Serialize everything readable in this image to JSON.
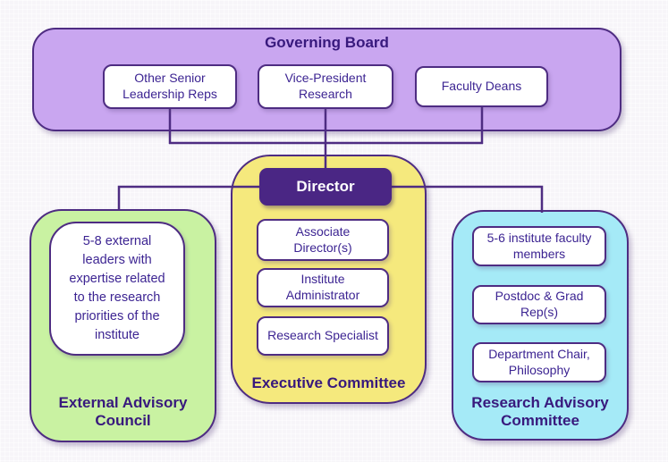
{
  "diagram": {
    "governing_board": {
      "title": "Governing Board",
      "members": [
        "Other Senior\nLeadership Reps",
        "Vice-President\nResearch",
        "Faculty Deans"
      ]
    },
    "director": {
      "label": "Director"
    },
    "executive_committee": {
      "title": "Executive Committee",
      "members": [
        "Associate\nDirector(s)",
        "Institute\nAdministrator",
        "Research Specialist"
      ]
    },
    "external_advisory_council": {
      "title": "External Advisory\nCouncil",
      "note": "5-8 external\nleaders with\nexpertise related\nto the research\npriorities of the\ninstitute"
    },
    "research_advisory_committee": {
      "title": "Research Advisory\nCommittee",
      "members": [
        "5-6 institute faculty\nmembers",
        "Postdoc & Grad\nRep(s)",
        "Department Chair,\nPhilosophy"
      ]
    },
    "colors": {
      "background": "#f7f5f9",
      "governing_board_fill": "#c9a6f0",
      "executive_fill": "#f5e97d",
      "external_fill": "#c9f2a2",
      "research_fill": "#a5eaf7",
      "node_fill": "#ffffff",
      "director_fill": "#4a2684",
      "director_text": "#ffffff",
      "border": "#4e2c82",
      "text": "#3c2492",
      "title_text": "#38197d"
    }
  }
}
